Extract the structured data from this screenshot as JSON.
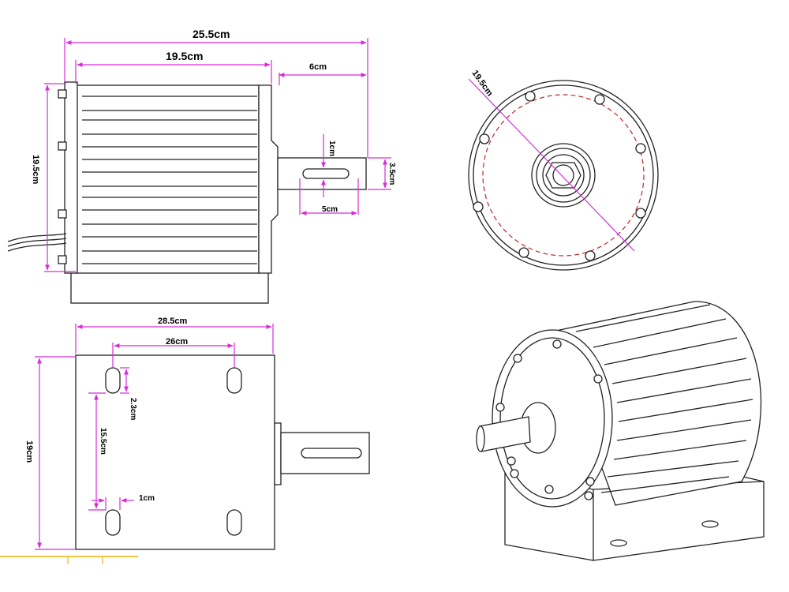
{
  "colors": {
    "dimension": "#d62cd6",
    "bolt_circle": "#c0282d",
    "line": "#222222",
    "base_strip": "#f4c542"
  },
  "side_view": {
    "overall_length": "25.5cm",
    "body_length": "19.5cm",
    "shaft_length": "6cm",
    "height": "19.5cm",
    "keyway_width": "1cm",
    "shaft_diameter": "3.5cm",
    "keyway_length": "5cm"
  },
  "front_view": {
    "diameter": "19.5cm"
  },
  "base_view": {
    "width": "28.5cm",
    "hole_spacing_x": "26cm",
    "depth": "19cm",
    "slot_length": "2.3cm",
    "hole_spacing_y": "15.5cm",
    "slot_width": "1cm"
  }
}
